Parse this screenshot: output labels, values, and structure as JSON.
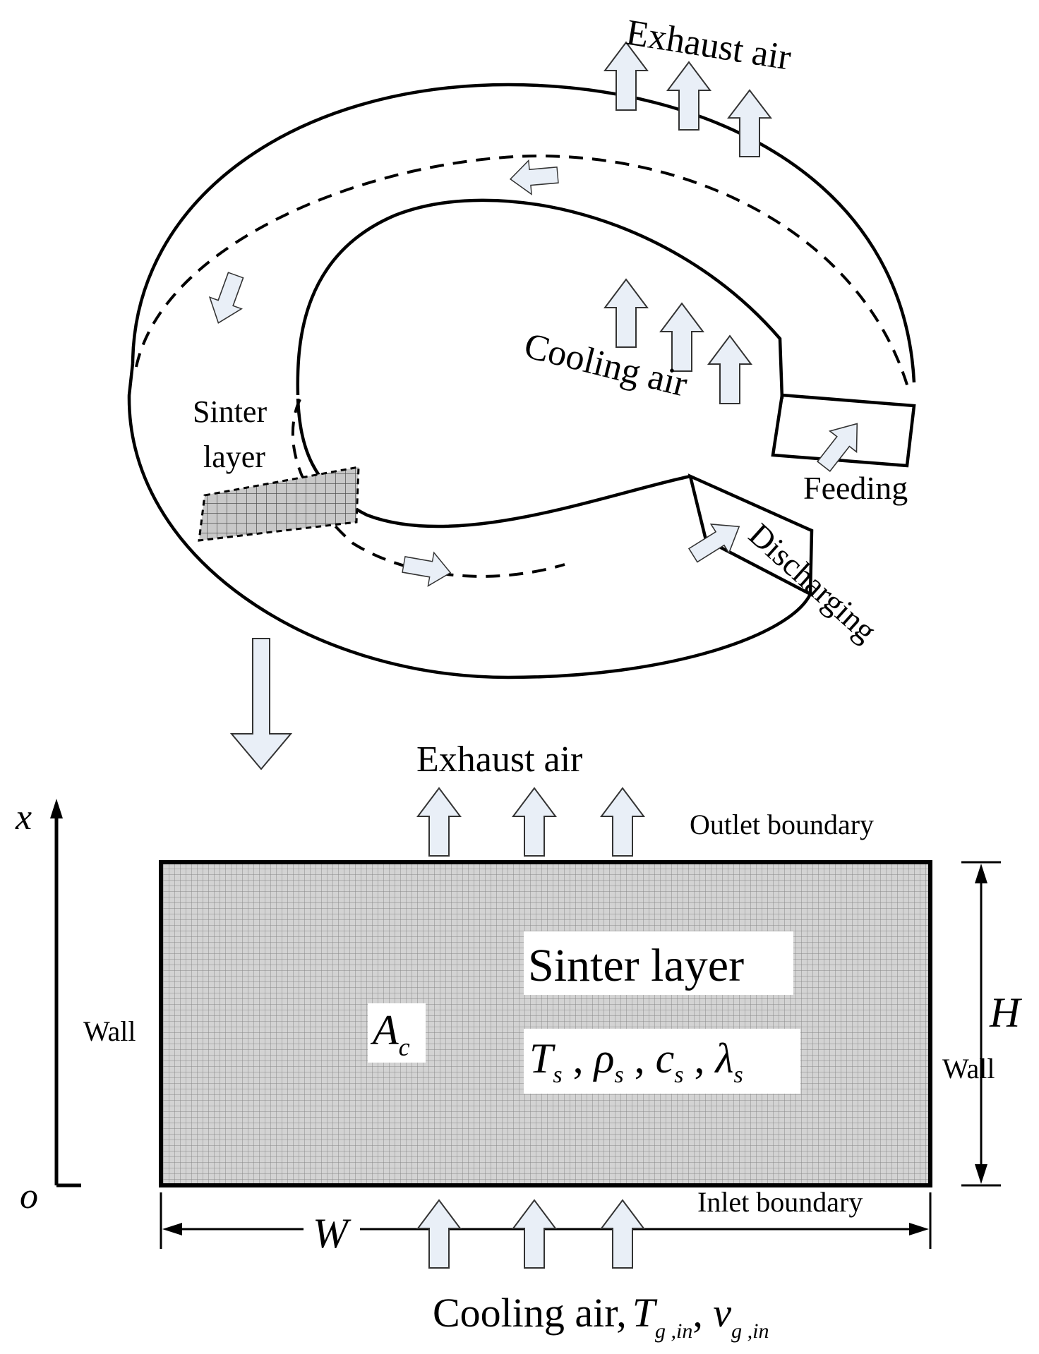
{
  "top_labels": {
    "exhaust_air": "Exhaust air",
    "cooling_air": "Cooling air",
    "sinter_line1": "Sinter",
    "sinter_line2": "layer",
    "feeding": "Feeding",
    "discharging": "Discharging"
  },
  "bottom_labels": {
    "exhaust_air": "Exhaust air",
    "outlet_boundary": "Outlet boundary",
    "inlet_boundary": "Inlet boundary",
    "wall_left": "Wall",
    "wall_right": "Wall",
    "sinter_layer": "Sinter layer",
    "area": {
      "base": "A",
      "sub": "c"
    },
    "props": [
      {
        "base": "T",
        "sub": "s"
      },
      {
        "base": "ρ",
        "sub": "s"
      },
      {
        "base": "c",
        "sub": "s"
      },
      {
        "base": "λ",
        "sub": "s"
      }
    ],
    "height": "H",
    "width": "W",
    "axis_x": "x",
    "axis_origin": "o",
    "cooling_air": "Cooling air,",
    "t_in": {
      "base": "T",
      "sub": "g ,in"
    },
    "v_in": {
      "base": "v",
      "sub": "g ,in"
    }
  },
  "colors": {
    "arrow_fill": "#e9eff7",
    "grid_fill": "#d3d3d3",
    "grid_line": "#888888"
  },
  "icons": {
    "flow_arrow": "hollow-block-arrow"
  }
}
